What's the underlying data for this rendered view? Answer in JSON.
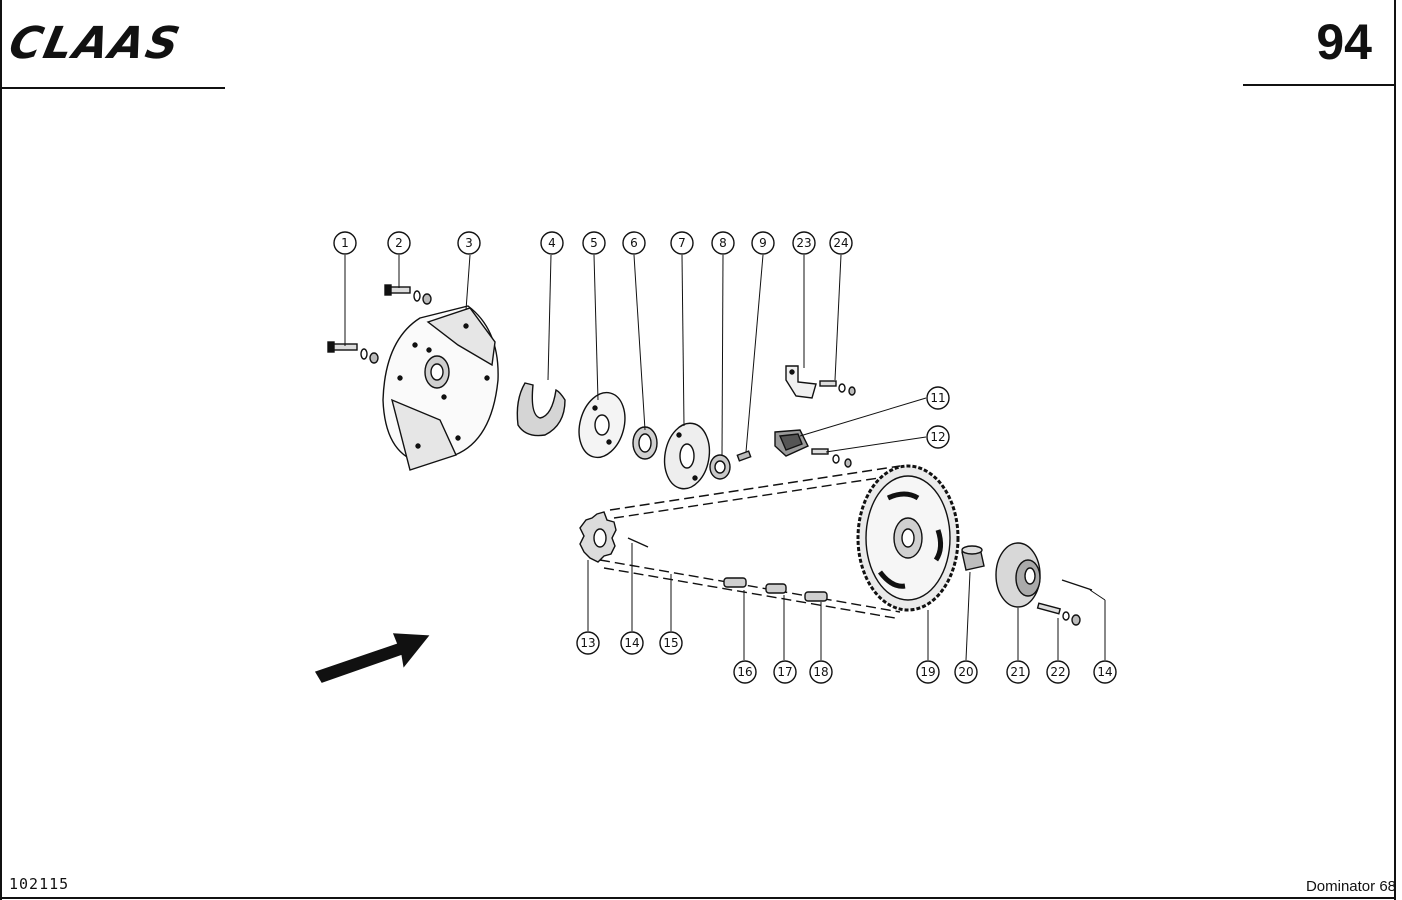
{
  "header": {
    "brand": "CLAAS",
    "page_number": "94"
  },
  "footer": {
    "doc_code": "102115",
    "model": "Dominator 68"
  },
  "callouts": [
    "1",
    "2",
    "3",
    "4",
    "5",
    "6",
    "7",
    "8",
    "9",
    "23",
    "24",
    "11",
    "12",
    "13",
    "14",
    "15",
    "16",
    "17",
    "18",
    "19",
    "20",
    "21",
    "22",
    "14"
  ]
}
